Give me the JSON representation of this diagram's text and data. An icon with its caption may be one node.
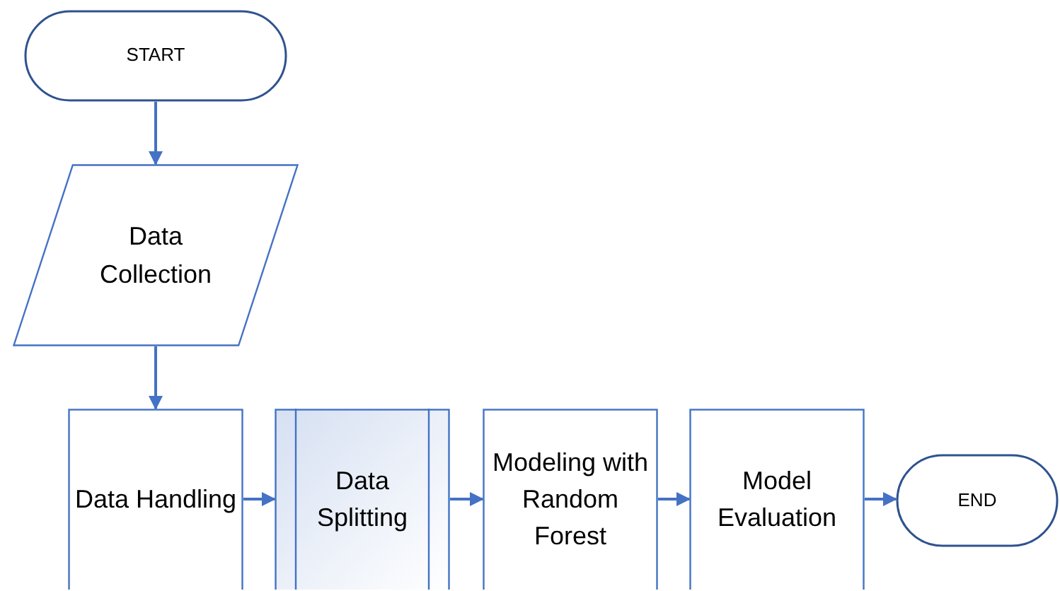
{
  "diagram": {
    "nodes": [
      {
        "text": [
          "START"
        ]
      },
      {
        "text": [
          "Data Collection"
        ]
      },
      {
        "text": [
          "Data Handling"
        ]
      },
      {
        "text": [
          "Data Splitting"
        ]
      },
      {
        "text": [
          "Modeling with Random Forest"
        ]
      },
      {
        "text": [
          "Model Evaluation"
        ]
      },
      {
        "text": [
          "END"
        ]
      }
    ],
    "edges": [
      {
        "from": 0,
        "to": 1,
        "arrow": "to"
      },
      {
        "from": 1,
        "to": 2,
        "arrow": "to"
      },
      {
        "from": 2,
        "to": 3,
        "arrow": "to"
      },
      {
        "from": 3,
        "to": 4,
        "arrow": "to"
      },
      {
        "from": 4,
        "to": 5,
        "arrow": "to"
      },
      {
        "from": 5,
        "to": 6,
        "arrow": "to"
      }
    ]
  }
}
